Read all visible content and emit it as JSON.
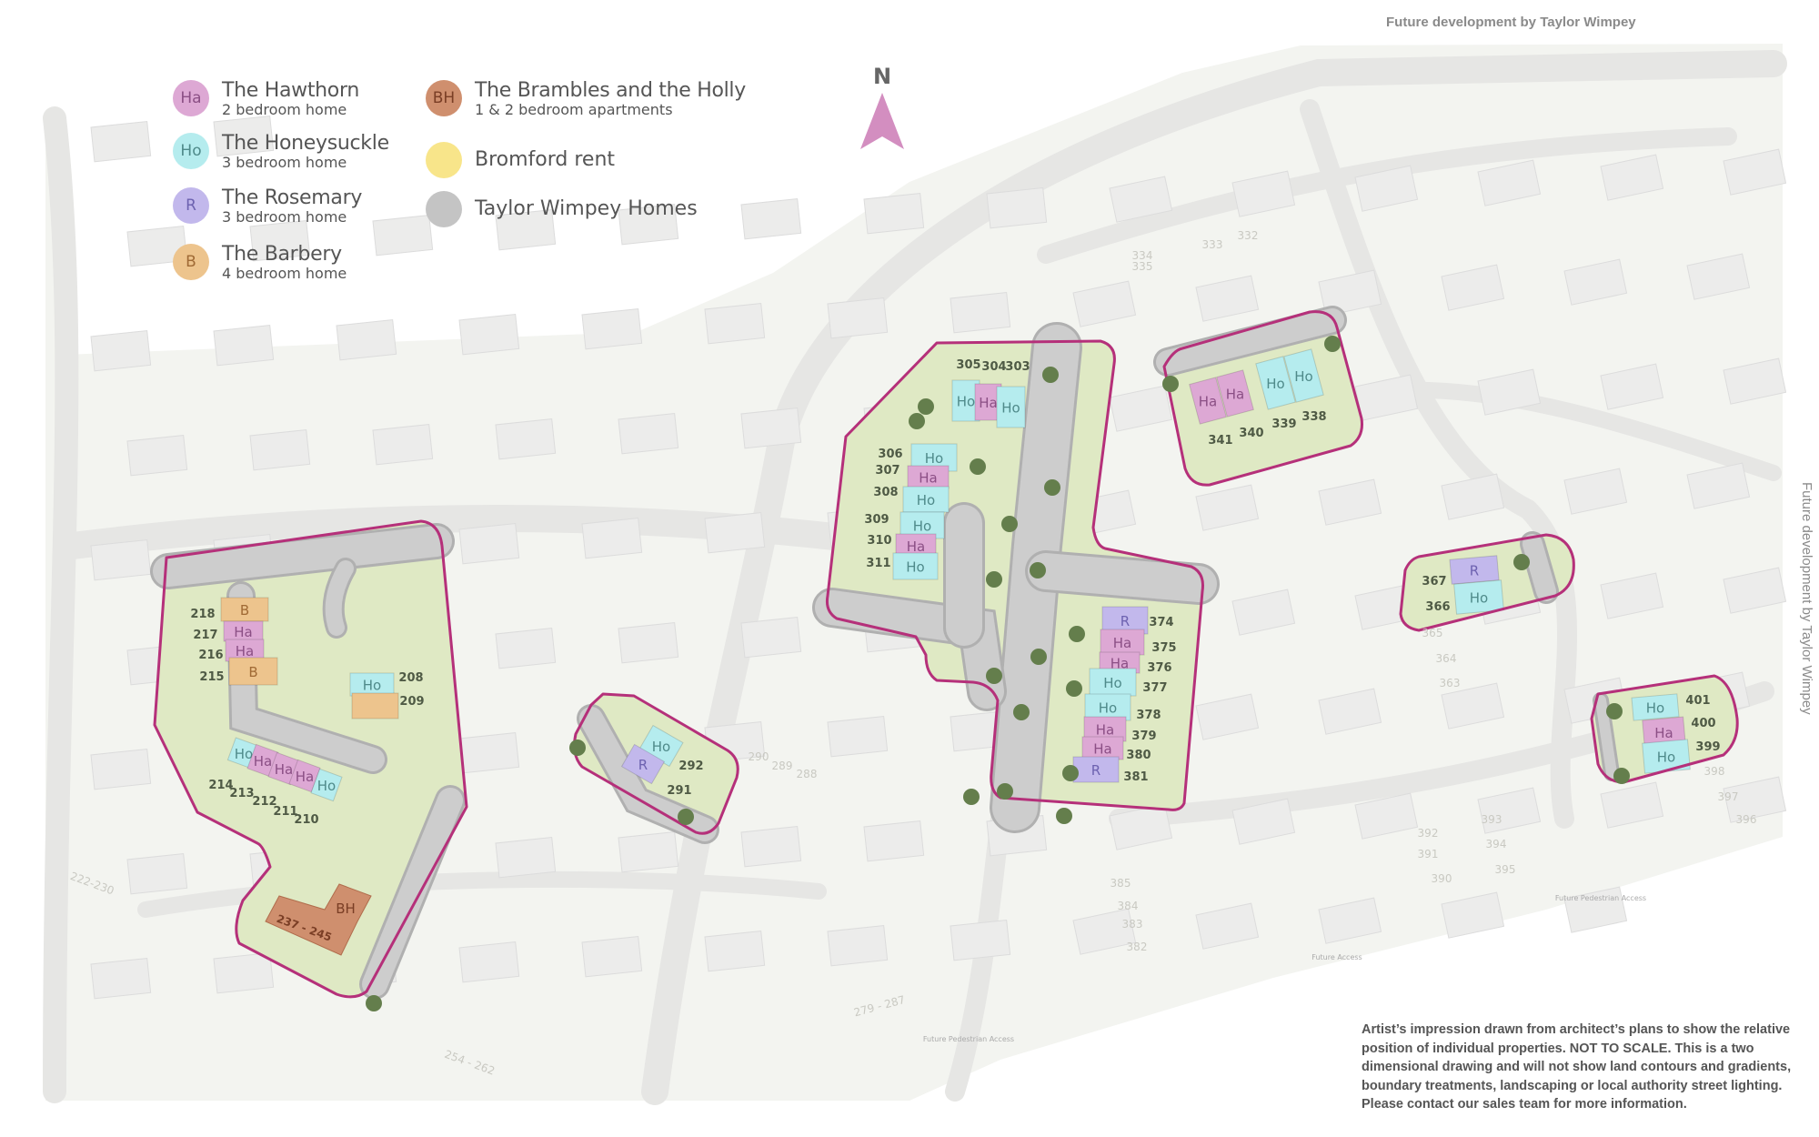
{
  "header": {
    "future_top": "Future development by Taylor Wimpey",
    "future_side": "Future development by Taylor Wimpey"
  },
  "north": "N",
  "legend": [
    {
      "code": "Ha",
      "title": "The Hawthorn",
      "sub": "2 bedroom home",
      "color": "#dda8d4",
      "text_color": "#8b4f85"
    },
    {
      "code": "Ho",
      "title": "The Honeysuckle",
      "sub": "3 bedroom home",
      "color": "#b5ecee",
      "text_color": "#4f8a8a"
    },
    {
      "code": "R",
      "title": "The Rosemary",
      "sub": "3 bedroom home",
      "color": "#c2b8ec",
      "text_color": "#6d62b0"
    },
    {
      "code": "B",
      "title": "The Barbery",
      "sub": "4 bedroom home",
      "color": "#edc48d",
      "text_color": "#a06a35"
    },
    {
      "code": "BH",
      "title": "The Brambles and the Holly",
      "sub": "1 & 2 bedroom apartments",
      "color": "#cf8f6e",
      "text_color": "#7a3e25"
    },
    {
      "code": "",
      "title": "Bromford rent",
      "sub": "",
      "color": "#f8e58a",
      "text_color": ""
    },
    {
      "code": "",
      "title": "Taylor Wimpey Homes",
      "sub": "",
      "color": "#c4c4c4",
      "text_color": ""
    }
  ],
  "colors": {
    "outline": "#b5307a",
    "plot_green": "#dfe9c4",
    "road": "#cdcdcd",
    "tree": "#647e4c"
  },
  "clusters": [
    {
      "plots": [
        "218",
        "217",
        "216",
        "215",
        "208",
        "209",
        "214",
        "213",
        "212",
        "211",
        "210"
      ],
      "homes": [
        "B",
        "Ha",
        "Ha",
        "B",
        "Ho",
        "",
        "Ho",
        "Ha",
        "Ha",
        "Ha",
        "Ho"
      ],
      "apartments": {
        "code": "BH",
        "plots": "237 - 245"
      }
    },
    {
      "plots": [
        "305",
        "304",
        "303",
        "306",
        "307",
        "308",
        "309",
        "310",
        "311",
        "374",
        "375",
        "376",
        "377",
        "378",
        "379",
        "380",
        "381"
      ],
      "homes": [
        "Ho",
        "Ha",
        "Ho",
        "Ho",
        "Ha",
        "Ho",
        "Ho",
        "Ha",
        "Ho",
        "R",
        "Ha",
        "Ha",
        "Ho",
        "Ho",
        "Ha",
        "Ha",
        "R"
      ]
    },
    {
      "plots": [
        "341",
        "340",
        "339",
        "338"
      ],
      "homes": [
        "Ha",
        "Ha",
        "Ho",
        "Ho"
      ]
    },
    {
      "plots": [
        "367",
        "366"
      ],
      "homes": [
        "R",
        "Ho"
      ]
    },
    {
      "plots": [
        "401",
        "400",
        "399"
      ],
      "homes": [
        "Ho",
        "Ha",
        "Ho"
      ]
    },
    {
      "plots": [
        "292",
        "291"
      ],
      "homes": [
        "Ho",
        "R"
      ]
    }
  ],
  "future_plots": [
    "335",
    "334",
    "333",
    "332",
    "365",
    "364",
    "363",
    "290",
    "289",
    "288",
    "398",
    "397",
    "396",
    "392",
    "391",
    "390",
    "393",
    "394",
    "395",
    "385",
    "384",
    "383",
    "382",
    "222-230",
    "254 - 262",
    "279 - 287"
  ],
  "access_labels": [
    "Future Pedestrian Access",
    "Future Access",
    "Future Pedestrian Access"
  ],
  "disclaimer": "Artist’s impression drawn from architect’s plans to show the relative position of individual properties. NOT TO SCALE. This is a two dimensional drawing and will not show land contours and gradients, boundary treatments, landscaping or local authority street lighting. Please contact our sales team for more information."
}
